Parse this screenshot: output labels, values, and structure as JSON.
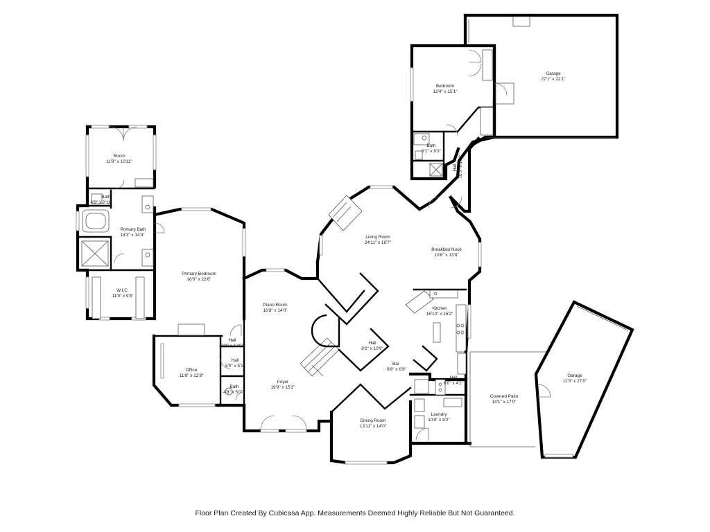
{
  "footer": "Floor Plan Created By Cubicasa App. Measurements Deemed Highly Reliable But Not Guaranteed.",
  "rooms": {
    "room": {
      "name": "Room",
      "dim": "11'8\" x 10'11\""
    },
    "bath_primary_small": {
      "name": "Bath",
      "dim": "4'9\" x 2'11\""
    },
    "primary_bath": {
      "name": "Primary Bath",
      "dim": "13'3\" x 14'4\""
    },
    "wic": {
      "name": "W.I.C.",
      "dim": "11'9\" x 9'8\""
    },
    "primary_bedroom": {
      "name": "Primary Bedroom",
      "dim": "16'0\" x 22'6\""
    },
    "piano_room": {
      "name": "Piano Room",
      "dim": "16'8\" x 14'0\""
    },
    "hall_small": {
      "name": "Hall",
      "dim": "3'8\" x 1'10\""
    },
    "hall_office": {
      "name": "Hall",
      "dim": "5'0\" x 5'1\""
    },
    "office": {
      "name": "Office",
      "dim": "11'8\" x 12'8\""
    },
    "bath_office": {
      "name": "Bath",
      "dim": "4'8\" x 5'0\""
    },
    "foyer": {
      "name": "Foyer",
      "dim": "19'9\" x 15'2\""
    },
    "living_room": {
      "name": "Living Room",
      "dim": "24'11\" x 18'7\""
    },
    "breakfast_nook": {
      "name": "Breakfast Nook",
      "dim": "10'6\" x 13'8\""
    },
    "kitchen": {
      "name": "Kitchen",
      "dim": "16'10\" x 15'2\""
    },
    "hall_center": {
      "name": "Hall",
      "dim": "8'2\" x 10'9\""
    },
    "bar": {
      "name": "Bar",
      "dim": "6'8\" x 6'9\""
    },
    "dining_room": {
      "name": "Dining Room",
      "dim": "13'11\" x 14'0\""
    },
    "hall_laundry": {
      "name": "Hall",
      "dim": "6'0\" x 4'1\""
    },
    "laundry": {
      "name": "Laundry",
      "dim": "10'0\" x 8'2\""
    },
    "covered_patio": {
      "name": "Covered Patio",
      "dim": "14'1\" x 17'0\""
    },
    "garage_small": {
      "name": "Garage",
      "dim": "11'3\" x 27'0\""
    },
    "bedroom": {
      "name": "Bedroom",
      "dim": "12'4\" x 15'1\""
    },
    "bath_bedroom": {
      "name": "Bath",
      "dim": "6'1\" x 8'3\""
    },
    "hall_vertical": {
      "name": "Hall",
      "dim": "10'3\" x 17'3\""
    },
    "garage_large": {
      "name": "Garage",
      "dim": "27'1\" x 22'1\""
    }
  }
}
